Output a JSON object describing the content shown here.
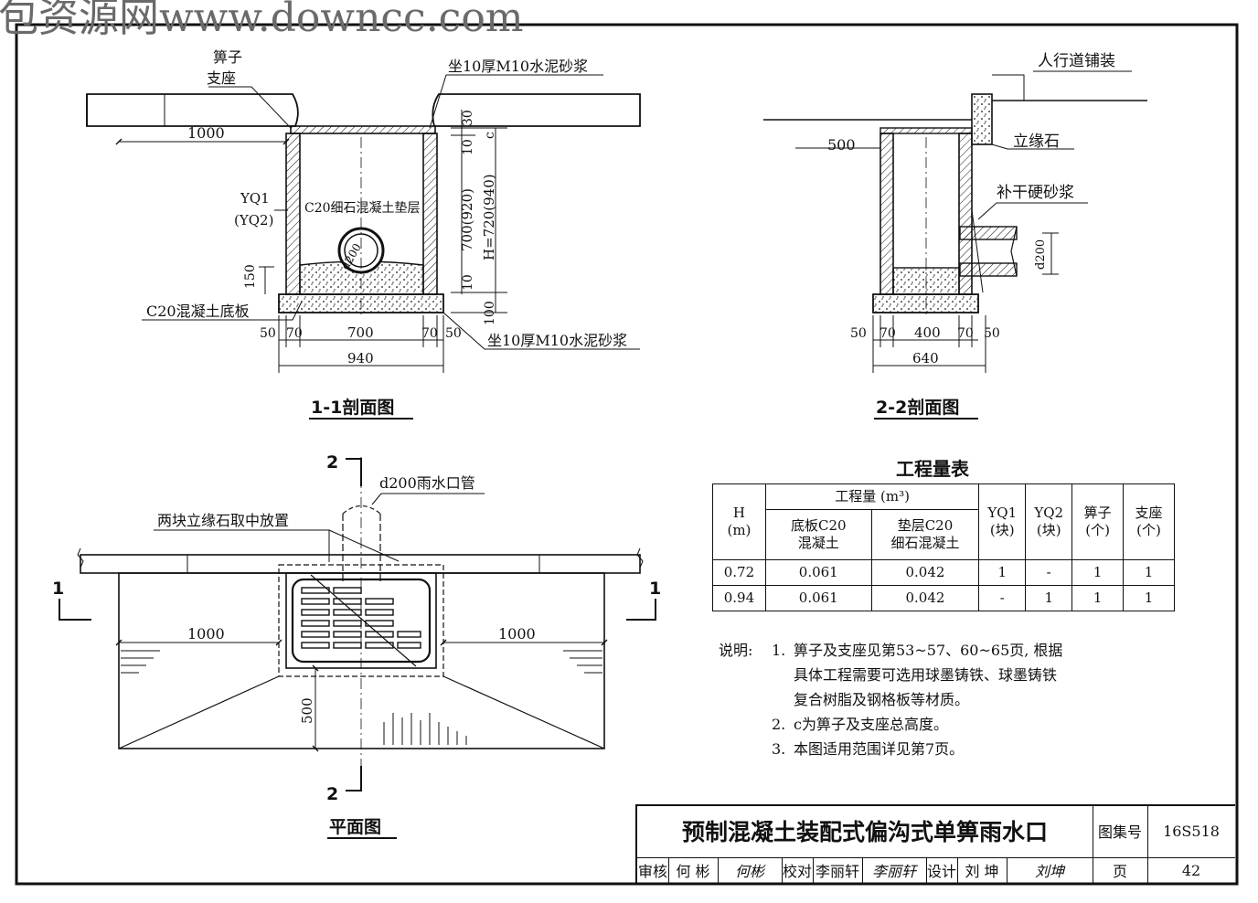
{
  "watermark": "包资源网www.downcc.com",
  "section11": {
    "label_grate": "箅子",
    "label_support": "支座",
    "label_mortar_top": "坐10厚M10水泥砂浆",
    "label_wall": "YQ1",
    "label_wall_alt": "(YQ2)",
    "label_fill": "C20细石混凝土垫层",
    "label_pipe": "d200",
    "label_base": "C20混凝土底板",
    "label_mortar_bottom": "坐10厚M10水泥砂浆",
    "dim_1000": "1000",
    "dim_30": "30",
    "dim_10a": "10",
    "dim_c": "c",
    "dim_700": "700(920)",
    "dim_h": "H=720(940)",
    "dim_10b": "10",
    "dim_100": "100",
    "dim_150": "150",
    "dim_50a": "50",
    "dim_70a": "70",
    "dim_700w": "700",
    "dim_70b": "70",
    "dim_50b": "50",
    "dim_940": "940",
    "caption": "1-1剖面图"
  },
  "section22": {
    "label_paving": "人行道铺装",
    "label_curb": "立缘石",
    "label_mortar": "补干硬砂浆",
    "dim_500": "500",
    "dim_d200": "d200",
    "dim_50a": "50",
    "dim_70a": "70",
    "dim_400": "400",
    "dim_70b": "70",
    "dim_50b": "50",
    "dim_640": "640",
    "caption": "2-2剖面图"
  },
  "plan": {
    "mark_2_top": "2",
    "mark_2_bottom": "2",
    "mark_1_left": "1",
    "mark_1_right": "1",
    "label_pipe": "d200雨水口管",
    "label_curb": "两块立缘石取中放置",
    "dim_1000_left": "1000",
    "dim_1000_right": "1000",
    "dim_500": "500",
    "caption": "平面图"
  },
  "quantity_table": {
    "title": "工程量表",
    "h_label": "H",
    "h_unit": "(m)",
    "qty_header": "工程量 (m³)",
    "col_base_1": "底板C20",
    "col_base_2": "混凝土",
    "col_fill_1": "垫层C20",
    "col_fill_2": "细石混凝土",
    "col_yq1_1": "YQ1",
    "col_yq1_2": "(块)",
    "col_yq2_1": "YQ2",
    "col_yq2_2": "(块)",
    "col_grate_1": "箅子",
    "col_grate_2": "(个)",
    "col_support_1": "支座",
    "col_support_2": "(个)",
    "rows": [
      {
        "h": "0.72",
        "base": "0.061",
        "fill": "0.042",
        "yq1": "1",
        "yq2": "-",
        "grate": "1",
        "support": "1"
      },
      {
        "h": "0.94",
        "base": "0.061",
        "fill": "0.042",
        "yq1": "-",
        "yq2": "1",
        "grate": "1",
        "support": "1"
      }
    ]
  },
  "notes": {
    "label": "说明:",
    "items": [
      {
        "num": "1.",
        "lines": [
          "箅子及支座见第53~57、60~65页, 根据",
          "具体工程需要可选用球墨铸铁、球墨铸铁",
          "复合树脂及钢格板等材质。"
        ]
      },
      {
        "num": "2.",
        "lines": [
          "c为箅子及支座总高度。"
        ]
      },
      {
        "num": "3.",
        "lines": [
          "本图适用范围详见第7页。"
        ]
      }
    ]
  },
  "title_block": {
    "title": "预制混凝土装配式偏沟式单箅雨水口",
    "atlas_label": "图集号",
    "atlas_no": "16S518",
    "review_label": "审核",
    "review_name": "何 彬",
    "review_sig": "何彬",
    "check_label": "校对",
    "check_name": "李丽轩",
    "check_sig": "李丽轩",
    "design_label": "设计",
    "design_name": "刘 坤",
    "design_sig": "刘坤",
    "page_label": "页",
    "page_no": "42"
  }
}
